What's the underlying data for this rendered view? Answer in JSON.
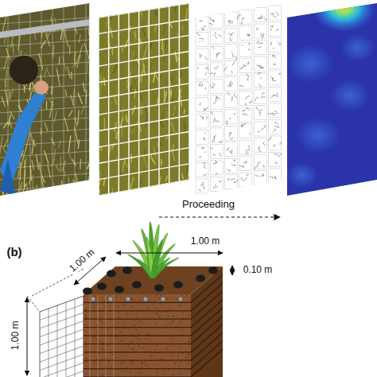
{
  "diagram": {
    "labels": [
      "Proceeding",
      "(b)",
      "1.00 m",
      "1.00 m",
      "0.10 m",
      "1.00 m"
    ]
  }
}
